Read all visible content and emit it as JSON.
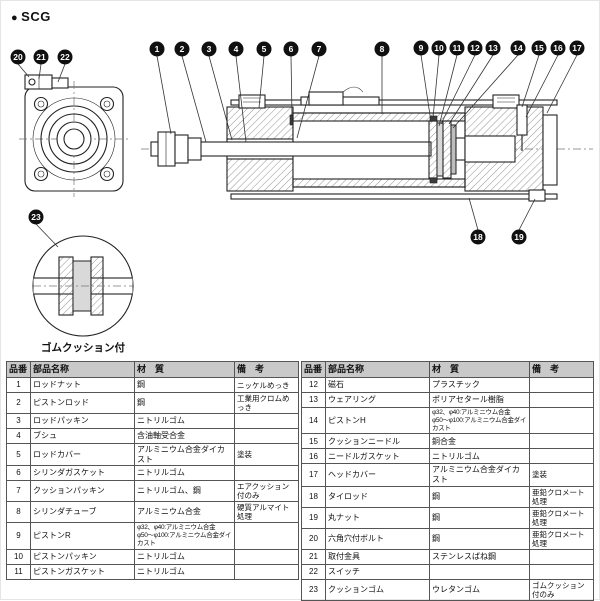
{
  "header": {
    "bullet": "●",
    "title": "SCG"
  },
  "diagram": {
    "callouts": [
      "1",
      "2",
      "3",
      "4",
      "5",
      "6",
      "7",
      "8",
      "9",
      "10",
      "11",
      "12",
      "13",
      "14",
      "15",
      "16",
      "17",
      "18",
      "19",
      "20",
      "21",
      "22",
      "23"
    ],
    "detail_label": "ゴムクッション付"
  },
  "tables": {
    "columns": [
      "品番",
      "部品名称",
      "材　質",
      "備　考"
    ],
    "left": {
      "rows": [
        [
          "1",
          "ロッドナット",
          "鋼",
          "ニッケルめっき"
        ],
        [
          "2",
          "ピストンロッド",
          "鋼",
          "工業用クロムめっき"
        ],
        [
          "3",
          "ロッドパッキン",
          "ニトリルゴム",
          ""
        ],
        [
          "4",
          "ブシュ",
          "含油軸受合金",
          ""
        ],
        [
          "5",
          "ロッドカバー",
          "アルミニウム合金ダイカスト",
          "塗装"
        ],
        [
          "6",
          "シリンダガスケット",
          "ニトリルゴム",
          ""
        ],
        [
          "7",
          "クッションパッキン",
          "ニトリルゴム、鋼",
          "エアクッション付のみ"
        ],
        [
          "8",
          "シリンダチューブ",
          "アルミニウム合金",
          "硬質アルマイト処理"
        ],
        [
          "9",
          "ピストンR",
          "φ32、φ40:アルミニウム合金\nφ50〜φ100:アルミニウム合金ダイカスト",
          ""
        ],
        [
          "10",
          "ピストンパッキン",
          "ニトリルゴム",
          ""
        ],
        [
          "11",
          "ピストンガスケット",
          "ニトリルゴム",
          ""
        ]
      ]
    },
    "right": {
      "rows": [
        [
          "12",
          "磁石",
          "プラスチック",
          ""
        ],
        [
          "13",
          "ウェアリング",
          "ポリアセタール樹脂",
          ""
        ],
        [
          "14",
          "ピストンH",
          "φ32、φ40:アルミニウム合金\nφ50〜φ100:アルミニウム合金ダイカスト",
          ""
        ],
        [
          "15",
          "クッションニードル",
          "銅合金",
          ""
        ],
        [
          "16",
          "ニードルガスケット",
          "ニトリルゴム",
          ""
        ],
        [
          "17",
          "ヘッドカバー",
          "アルミニウム合金ダイカスト",
          "塗装"
        ],
        [
          "18",
          "タイロッド",
          "鋼",
          "亜鉛クロメート処理"
        ],
        [
          "19",
          "丸ナット",
          "鋼",
          "亜鉛クロメート処理"
        ],
        [
          "20",
          "六角穴付ボルト",
          "鋼",
          "亜鉛クロメート処理"
        ],
        [
          "21",
          "取付金具",
          "ステンレスばね鋼",
          ""
        ],
        [
          "22",
          "スイッチ",
          "",
          ""
        ],
        [
          "23",
          "クッションゴム",
          "ウレタンゴム",
          "ゴムクッション付のみ"
        ]
      ]
    }
  }
}
